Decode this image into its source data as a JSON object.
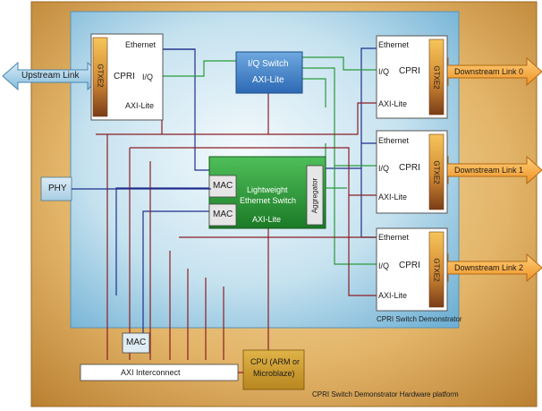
{
  "upstream_link": "Upstream Link",
  "downstream_links": [
    "Downstream Link 0",
    "Downstream Link 1",
    "Downstream Link 2"
  ],
  "upstream_cpri": {
    "gtx": "GTXE2",
    "ethernet": "Ethernet",
    "cpri": "CPRI",
    "iq": "I/Q",
    "axi": "AXI-Lite"
  },
  "downstream_cpri": {
    "gtx": "GTXE2",
    "ethernet": "Ethernet",
    "cpri": "CPRI",
    "iq": "I/Q",
    "axi": "AXI-Lite"
  },
  "iq_switch": {
    "title": "I/Q Switch",
    "axi": "AXI-Lite"
  },
  "eth_switch": {
    "title_line1": "Lightweight",
    "title_line2": "Ethernet Switch",
    "axi": "AXI-Lite",
    "mac": "MAC",
    "aggregator": "Aggregator"
  },
  "phy": "PHY",
  "mac": "MAC",
  "axi_interconnect": "AXI Interconnect",
  "cpu": {
    "line1": "CPU (ARM or",
    "line2": "Microblaze)"
  },
  "demonstrator_caption": "CPRI Switch Demonstrator",
  "platform_caption": "CPRI Switch Demonstrator Hardware platform",
  "colors": {
    "platform": "#c48a3c",
    "demonstrator_edge": "#7fb8d8",
    "demonstrator_center": "#eef7fb",
    "gtx_top": "#f2b84a",
    "gtx_bottom": "#8a4a1c",
    "iq_switch": "#3f7fc8",
    "eth_switch": "#1f8a2c",
    "link_blue": "#9ac7e2",
    "link_orange": "#f3a63a",
    "wire_blue": "#1f2f8a",
    "wire_green": "#2a9a3a",
    "wire_red": "#8a1e24",
    "cpu": "#c99a2e"
  }
}
